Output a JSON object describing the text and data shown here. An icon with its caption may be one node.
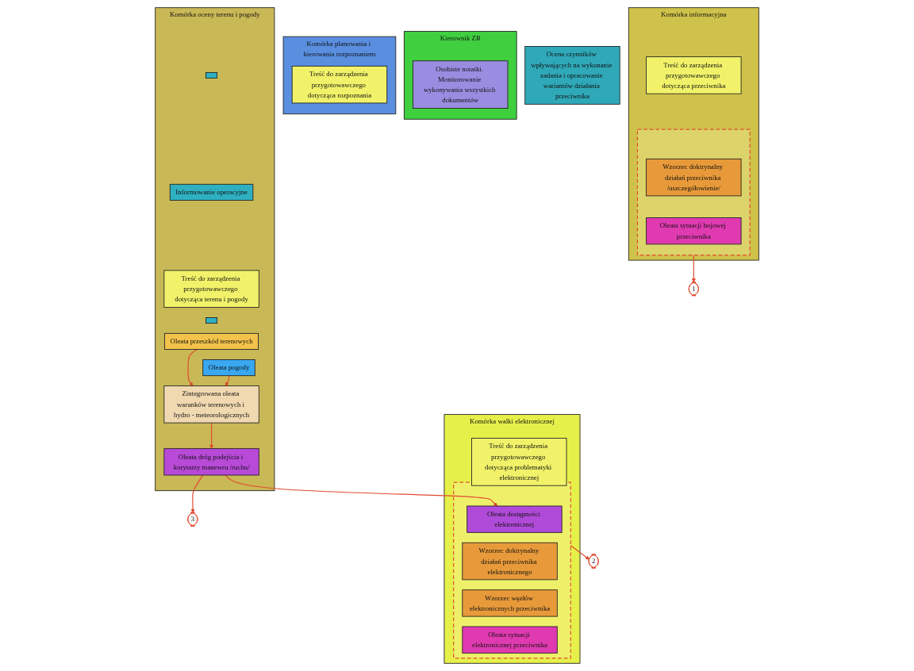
{
  "diagram": {
    "nodes": [
      {
        "text": [
          "Kierownik ZR"
        ]
      },
      {
        "text": [
          "Osobiste notatki. Monitorowanie wykonywania wszystkich dokumentów"
        ],
        "in": 0
      },
      {
        "text": [
          "Komórka planowania i kierowania rozpoznaniem"
        ]
      },
      {
        "text": [
          "Treść do zarządzenia przygotowawczego dotycząca rozpoznania"
        ],
        "in": 2
      },
      {
        "text": [
          "Komórka informacyjna"
        ]
      },
      {
        "text": [
          "Treść do zarządzenia przygotowawczego dotycząca przeciwnika"
        ],
        "in": 4
      },
      {
        "text": [],
        "shape": "box",
        "in": 4
      },
      {
        "text": [
          "Wzorzec doktrynalny działań przeciwnika /uszczegółowienie/"
        ],
        "in": 6
      },
      {
        "text": [
          "Oleata sytuacji bojowej przeciwnika"
        ],
        "in": 6
      },
      {
        "text": [
          "1"
        ]
      },
      {
        "text": [
          "Komórka walki elektronicznej"
        ]
      },
      {
        "text": [
          "Treść do zarządzenia przygotowawczego dotycząca problematyki elektronicznej"
        ],
        "in": 10
      },
      {
        "text": [],
        "shape": "box",
        "in": 10
      },
      {
        "text": [
          "Oleata dostępności elektronicznej"
        ],
        "in": 12
      },
      {
        "text": [
          "Wzorzec doktrynalny działań przeciwnika elektronicznego"
        ],
        "in": 12
      },
      {
        "text": [
          "Wzorzec węzłów elektronicznych przeciwnika"
        ],
        "in": 12
      },
      {
        "text": [
          "Oleata sytuacji elektronicznej przeciwnika"
        ],
        "in": 12
      },
      {
        "text": [
          "2"
        ]
      },
      {
        "text": [
          "Komórka oceny terenu i pogody"
        ]
      },
      {
        "text": [],
        "shape": "box",
        "in": 18
      },
      {
        "text": [
          "Informowanie operacyjne"
        ],
        "in": 18
      },
      {
        "text": [
          "Treść do zarządzenia przygotowawczego dotycząca terenu i pogody"
        ],
        "in": 18
      },
      {
        "text": [],
        "shape": "box",
        "in": 18
      },
      {
        "text": [
          "Ocena czynników wpływających na wykonanie zadania i opracowanie wariantów działania przeciwnika"
        ]
      },
      {
        "text": [
          "Oleata przeszkód terenowych"
        ],
        "in": 18
      },
      {
        "text": [
          "Oleata pogody"
        ],
        "in": 18
      },
      {
        "text": [
          "Zintegrowana oleata warunków terenowych i hydro - meteorologicznych"
        ],
        "in": 18
      },
      {
        "text": [
          "Oleata dróg podejścia i korytarzy manewru /ruchu/"
        ],
        "in": 18
      },
      {
        "text": [
          "3"
        ]
      }
    ],
    "edges": [
      {
        "from": 6,
        "to": 9,
        "arrow": "to"
      },
      {
        "from": 12,
        "to": 17,
        "arrow": "to"
      },
      {
        "from": 25,
        "to": 26,
        "arrow": "to"
      },
      {
        "from": 24,
        "to": 26,
        "arrow": "to"
      },
      {
        "from": 26,
        "to": 27,
        "arrow": "to"
      },
      {
        "from": 27,
        "to": 28,
        "arrow": "to"
      },
      {
        "from": 27,
        "to": 13,
        "arrow": "to"
      }
    ]
  }
}
